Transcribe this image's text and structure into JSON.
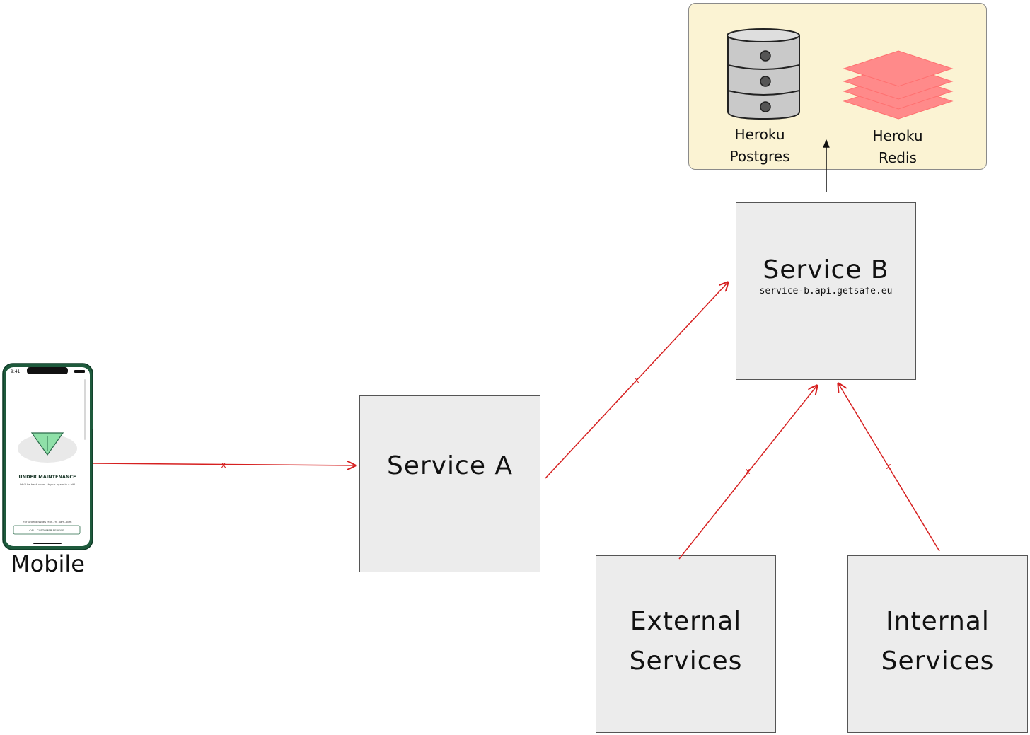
{
  "phone": {
    "label": "Mobile",
    "status_time": "9:41",
    "screen_title": "UNDER MAINTENANCE",
    "screen_message": "We'll be back soon – try us again in a bit!",
    "urgent_text": "For urgent issues Mon-Fri, 8am–6pm",
    "cta_label": "CALL CUSTOMER SERVICE"
  },
  "service_a": {
    "label": "Service A"
  },
  "service_b": {
    "label": "Service B",
    "host": "service-b.api.getsafe.eu"
  },
  "external_services": {
    "line1": "External",
    "line2": "Services"
  },
  "internal_services": {
    "line1": "Internal",
    "line2": "Services"
  },
  "infrastructure": {
    "postgres": {
      "line1": "Heroku",
      "line2": "Postgres"
    },
    "redis": {
      "line1": "Heroku",
      "line2": "Redis"
    }
  },
  "edge_marker": "x",
  "colors": {
    "connector_red": "#d62020",
    "box_fill": "#ececec",
    "infra_fill": "#fbf3d3",
    "redis_fill": "#ff8a8a",
    "db_fill": "#c9c9c9",
    "phone_frame": "#1e5a3c",
    "brand_green": "#2a6b4a"
  },
  "icons": [
    "database-icon",
    "redis-stack-icon",
    "maintenance-cone-icon"
  ]
}
